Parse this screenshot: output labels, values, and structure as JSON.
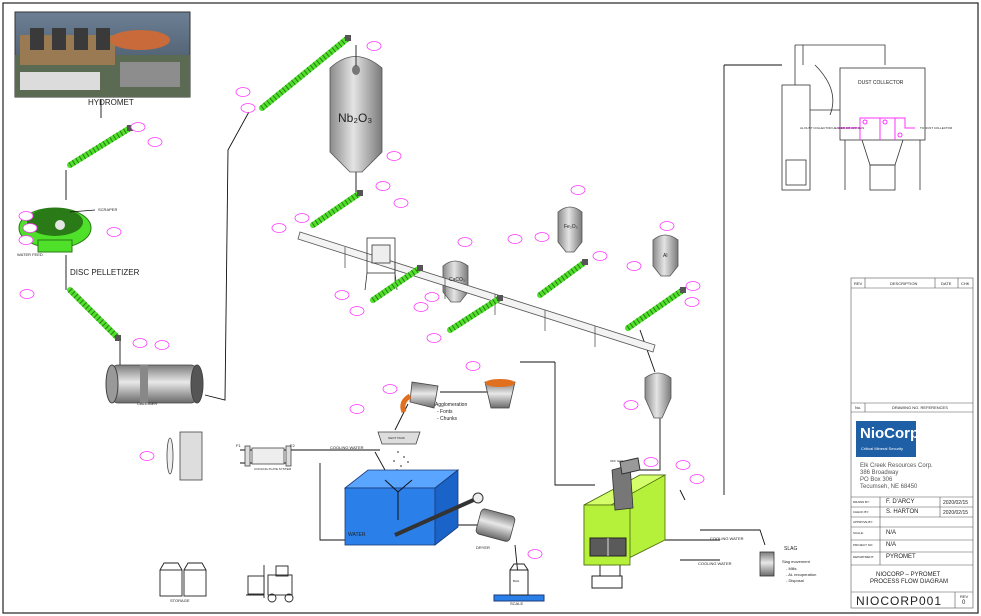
{
  "labels": {
    "hydromet": "HYDROMET",
    "disc_pelletizer": "DISC PELLETIZER",
    "scraper": "SCRAPER",
    "water_feed": "WATER FEED",
    "nb2o3": "Nb₂O₃",
    "fe2o3": "Fe₂O₃",
    "caco3": "CaCO₃",
    "al": "Al",
    "calciner": "CALCINER",
    "dust_collector": "DUST COLLECTOR",
    "al_dust_header": "AL DUST COLLECTOR HEADER OR OFF GAS",
    "to_collector": "TO DUST COLLECTOR",
    "agglomeration": "Agglomeration",
    "fonts": "- Fonts",
    "chunks": "- Chunks",
    "shot_tank": "SHOT TANK",
    "cooling_water": "COOLING WATER",
    "cooling_water_2": "COOLING WATER",
    "cooling_water_3": "COOLING WATER",
    "cooling_plate": "COOLING PLATE SYSTEM",
    "water": "WATER",
    "dryer": "DRYER",
    "scale": "SCALE",
    "storage": "STORAGE",
    "slag": "SLAG",
    "slag_movement": "Slag movement",
    "mills": "- Mills",
    "al_recuperation": "- AL recuperation",
    "disposal": "- Disposal",
    "off_gas": "OFF GAS",
    "bag": "BAG",
    "f1": "F1",
    "f2": "F2"
  },
  "title_block": {
    "rev_header": "REV",
    "desc_header": "DESCRIPTION",
    "date_header": "DATE",
    "chk_header": "CHK",
    "no_label": "No.",
    "ref_drawings": "DRAWING NO. REFERENCES",
    "logo_text": "NioCorp",
    "logo_sub": "Critical Mineral Security",
    "company": "Elk Creek Resources Corp.",
    "addr1": "386 Broadway",
    "addr2": "PO Box 306",
    "addr3": "Tecumseh, NE 68450",
    "drawn_by_label": "DRAWN BY:",
    "drawn_by": "F. D'ARCY",
    "drawn_date": "2020/02/15",
    "checked_label": "CHECK BY:",
    "checked_by": "S. HARTON",
    "checked_date": "2020/02/15",
    "approved_label": "APPROVE BY:",
    "scale_label": "SCALE:",
    "scale_val": "N/A",
    "project_label": "PROJECT NO:",
    "project_val": "N/A",
    "dept_label": "DEPARTMENT:",
    "dept_val": "PYROMET",
    "title1": "NIOCORP – PYROMET",
    "title2": "PROCESS FLOW DIAGRAM",
    "drawing_no": "NIOCORP001",
    "rev_label": "REV",
    "rev": "0"
  },
  "colors": {
    "conveyor": "#4fe02a",
    "tag": "#ff33ff",
    "water_tank": "#2a7fe8",
    "furnace": "#b5f03a",
    "ladle": "#e07020"
  }
}
